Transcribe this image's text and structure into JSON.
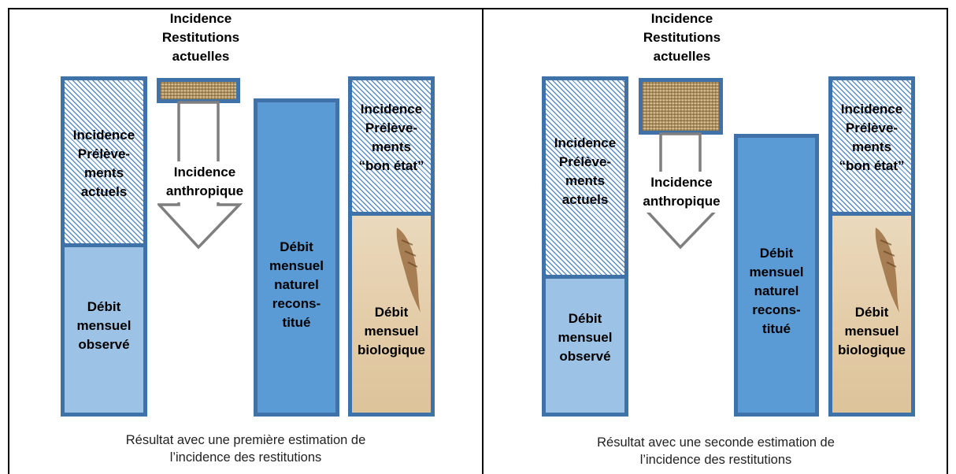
{
  "colors": {
    "border": "#3f72a8",
    "hatch": "#5b8ec9",
    "observed": "#9cc2e5",
    "natural": "#5b9bd5",
    "arrow": "#7f7f7f"
  },
  "left": {
    "restitutions": [
      "Incidence",
      "Restitutions",
      "actuelles"
    ],
    "prelevements": [
      "Incidence",
      "Prélève-",
      "ments",
      "actuels"
    ],
    "anthropique": [
      "Incidence",
      "anthropique"
    ],
    "observe": [
      "Débit",
      "mensuel",
      "observé"
    ],
    "naturel": [
      "Débit",
      "mensuel",
      "naturel",
      "recons-",
      "titué"
    ],
    "bon_etat": [
      "Incidence",
      "Prélève-",
      "ments",
      "“bon état”"
    ],
    "biologique": [
      "Débit",
      "mensuel",
      "biologique"
    ],
    "caption": [
      "Résultat avec une première estimation de",
      "l’incidence des restitutions"
    ]
  },
  "right": {
    "restitutions": [
      "Incidence",
      "Restitutions",
      "actuelles"
    ],
    "prelevements": [
      "Incidence",
      "Prélève-",
      "ments",
      "actuels"
    ],
    "anthropique": [
      "Incidence",
      "anthropique"
    ],
    "observe": [
      "Débit",
      "mensuel",
      "observé"
    ],
    "naturel": [
      "Débit",
      "mensuel",
      "naturel",
      "recons-",
      "titué"
    ],
    "bon_etat": [
      "Incidence",
      "Prélève-",
      "ments",
      "“bon état”"
    ],
    "biologique": [
      "Débit",
      "mensuel",
      "biologique"
    ],
    "caption": [
      "Résultat avec une seconde estimation de",
      "l’incidence des restitutions"
    ]
  }
}
